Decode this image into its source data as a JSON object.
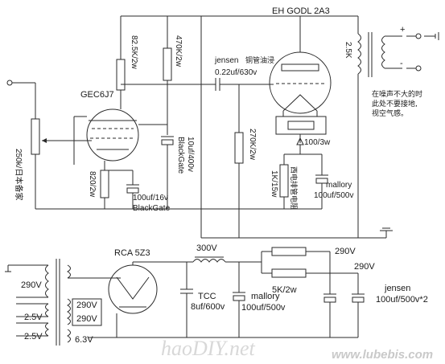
{
  "labels": {
    "output_tube": "EH GODL 2A3",
    "input_tube": "GEC6J7",
    "rectifier": "RCA 5Z3",
    "r_825k": "82.5K/2w",
    "r_470k": "470K/2w",
    "coupling_cap_brand": "jensen",
    "coupling_cap_note": "铜管油浸",
    "coupling_cap_value": "0.22uf/630v",
    "output_transformer_r": "2.5K",
    "noise_note": [
      "在噪声不大的时",
      "此处不要接地,",
      "视空气感。"
    ],
    "cathode_r_2a3": "100/3w",
    "r_270k": "270K/2w",
    "r_1k": "1K/15w",
    "r_1k_note": "西电排管电阻",
    "cap_mallory_1_brand": "mallory",
    "cap_mallory_1_value": "100uf/500v",
    "volume_pot": "250k/日本备家",
    "r_820": "820/2w",
    "cap_blackgate_1_brand": "BlackGate",
    "cap_blackgate_1_value": "10uf/400v",
    "cap_blackgate_2_value": "100uf/16v",
    "cap_blackgate_2_brand": "BlackGate",
    "b_plus_300": "300V",
    "b_plus_290_a": "290V",
    "b_plus_290_b": "290V",
    "r_5k": "5K/2w",
    "tcc_brand": "TCC",
    "tcc_value": "8uf/600v",
    "cap_mallory_2_brand": "mallory",
    "cap_mallory_2_value": "100uf/500v",
    "cap_jensen_brand": "jensen",
    "cap_jensen_value": "100uf/500v*2",
    "pt_290_primary": "290V",
    "pt_25_a": "2.5V",
    "pt_25_b": "2.5V",
    "pt_290_hv_a": "290V",
    "pt_290_hv_b": "290V",
    "pt_63": "6.3V",
    "speaker_plus": "+",
    "speaker_minus": "-",
    "watermark": "haoDIY.net",
    "site": "www.lubebis.com"
  },
  "colors": {
    "ink": "#2a2a2a",
    "watermark": "#d8d8d8"
  }
}
